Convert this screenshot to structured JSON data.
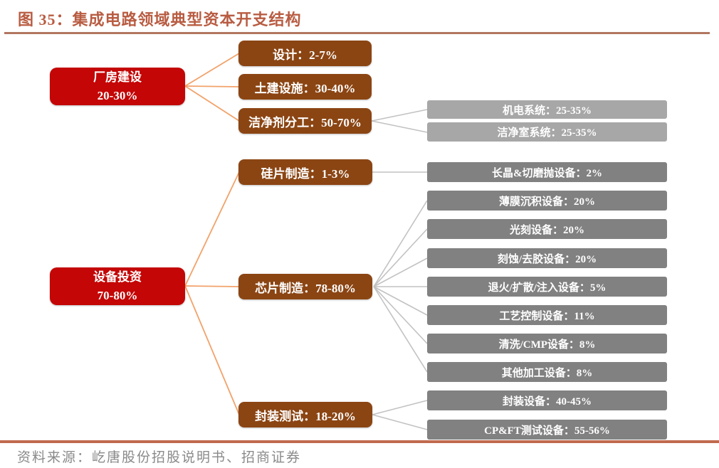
{
  "figure": {
    "title": "图 35：集成电路领域典型资本开支结构",
    "source": "资料来源：屹唐股份招股说明书、招商证券"
  },
  "colors": {
    "title_text": "#B85C42",
    "title_rule": "#B27660",
    "bottom_rule": "#C06A4E",
    "red_node": "#C40606",
    "brown_node": "#8B4513",
    "gray_light_node": "#A7A7A7",
    "gray_dark_node": "#818181",
    "orange_connector": "#F2A26A",
    "gray_connector": "#C2C2C2",
    "source_text": "#8a8a8a"
  },
  "tree": {
    "roots": [
      {
        "label": "厂房建设",
        "value": "20-30%"
      },
      {
        "label": "设备投资",
        "value": "70-80%"
      }
    ],
    "mid": [
      {
        "text": "设计：2-7%"
      },
      {
        "text": "土建设施：30-40%"
      },
      {
        "text": "洁净剂分工：50-70%"
      },
      {
        "text": "硅片制造：1-3%"
      },
      {
        "text": "芯片制造：78-80%"
      },
      {
        "text": "封装测试：18-20%"
      }
    ],
    "leaves": [
      {
        "text": "机电系统：25-35%"
      },
      {
        "text": "洁净室系统：25-35%"
      },
      {
        "text": "长晶&切磨抛设备：2%"
      },
      {
        "text": "薄膜沉积设备：20%"
      },
      {
        "text": "光刻设备：20%"
      },
      {
        "text": "刻蚀/去胶设备：20%"
      },
      {
        "text": "退火/扩散/注入设备：5%"
      },
      {
        "text": "工艺控制设备：11%"
      },
      {
        "text": "清洗/CMP设备：8%"
      },
      {
        "text": "其他加工设备：8%"
      },
      {
        "text": "封装设备：40-45%"
      },
      {
        "text": "CP&FT测试设备：55-56%"
      }
    ]
  }
}
